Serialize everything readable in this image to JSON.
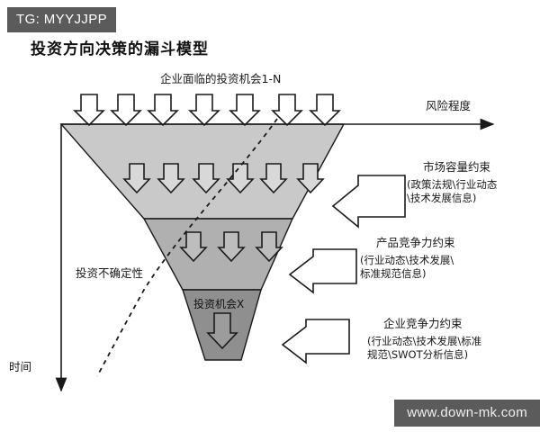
{
  "badge": {
    "text": "TG: MYYJJPP"
  },
  "watermark": {
    "text": "www.down-mk.com"
  },
  "title": "投资方向决策的漏斗模型",
  "axes": {
    "horizontal_label": "风险程度",
    "vertical_label": "时间"
  },
  "labels": {
    "top_input": "企业面临的投资机会1-N",
    "uncertainty": "投资不确定性",
    "funnel_output": "投资机会X"
  },
  "callouts": [
    {
      "id": "market-capacity",
      "heading": "市场容量约束",
      "detail_line1": "(政策法规\\行业动态",
      "detail_line2": "\\技术发展信息)"
    },
    {
      "id": "product-competitiveness",
      "heading": "产品竞争力约束",
      "detail_line1": "(行业动态\\技术发展\\",
      "detail_line2": "标准规范信息)"
    },
    {
      "id": "enterprise-competitiveness",
      "heading": "企业竞争力约束",
      "detail_line1": "(行业动态\\技术发展\\标准",
      "detail_line2": "规范\\SWOT分析信息)"
    }
  ],
  "funnel": {
    "stages": [
      {
        "name": "market-capacity-stage",
        "fill": "#c9c9c9",
        "arrow_count": 7
      },
      {
        "name": "product-competitiveness-stage",
        "fill": "#b0b0b0",
        "arrow_count": 6
      },
      {
        "name": "enterprise-competitiveness-stage",
        "fill": "#8f8f8f",
        "arrow_count": 3
      }
    ],
    "output_arrow_count": 1
  },
  "colors": {
    "badge_bg": "#5b5b5b",
    "stroke": "#1a1a1a",
    "stage1": "#c9c9c9",
    "stage2": "#b0b0b0",
    "stage3": "#8f8f8f",
    "page_bg": "#ffffff"
  }
}
